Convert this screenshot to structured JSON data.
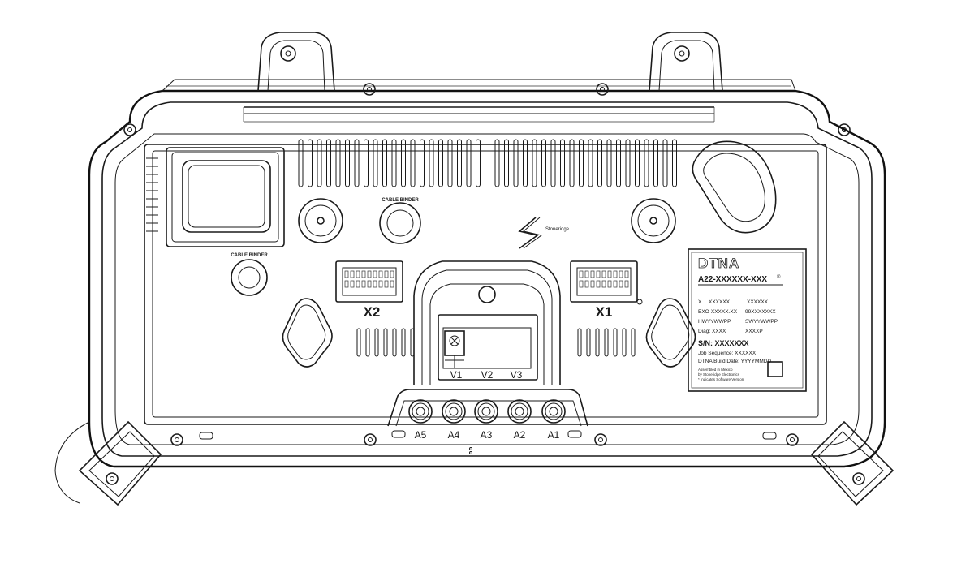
{
  "connectors": {
    "x2": "X2",
    "x1": "X1"
  },
  "cable_binder_labels": {
    "top": "CABLE BINDER",
    "left": "CABLE BINDER"
  },
  "brand_mark": "Stoneridge",
  "v_ports": [
    "V1",
    "V2",
    "V3"
  ],
  "a_ports": [
    "A5",
    "A4",
    "A3",
    "A2",
    "A1"
  ],
  "label_plate": {
    "brand": "DTNA",
    "part_number": "A22-XXXXXX-XXX",
    "rows": [
      [
        "X",
        "XXXXXX",
        "XXXXXX"
      ],
      [
        "EXO-XXXXX.XX",
        "99XXXXXXX"
      ],
      [
        "HWYYWWPP",
        "SWYYWWPP"
      ],
      [
        "Diag: XXXX",
        "XXXXP"
      ]
    ],
    "serial": "S/N: XXXXXXX",
    "job_sequence": "Job Sequence: XXXXXX",
    "build_date": "DTNA Build Date: YYYYMMDD",
    "assembly_note": [
      "Assembled in Mexico",
      "by Stoneridge Electronics",
      "* Indicates Software Version"
    ]
  },
  "colors": {
    "line": "#1a1a1a",
    "background": "#ffffff"
  }
}
